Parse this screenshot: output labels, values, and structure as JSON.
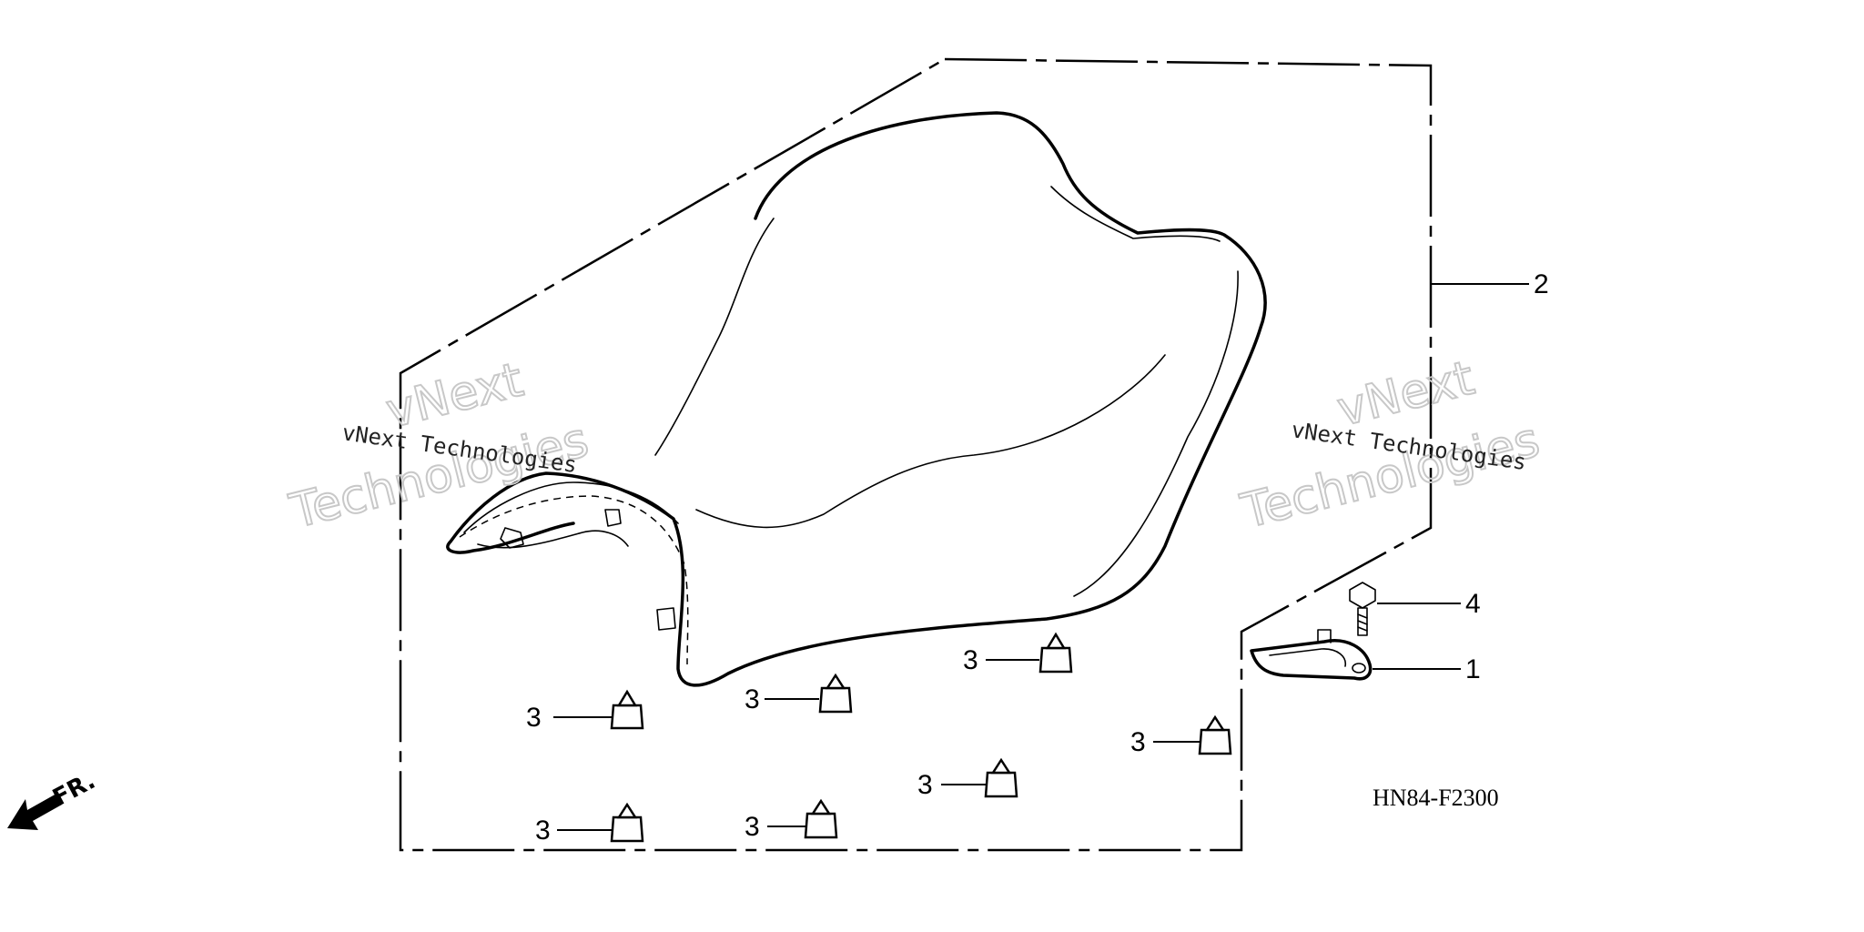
{
  "diagram": {
    "drawing_code": "HN84-F2300",
    "direction_label": "FR.",
    "part_numbers": {
      "stay": "1",
      "seat": "2",
      "cushion": "3",
      "bolt": "4"
    },
    "watermark": {
      "line_small": "vNext Technologies",
      "line_big_1": "vNext",
      "line_big_2": "Technologies"
    }
  }
}
